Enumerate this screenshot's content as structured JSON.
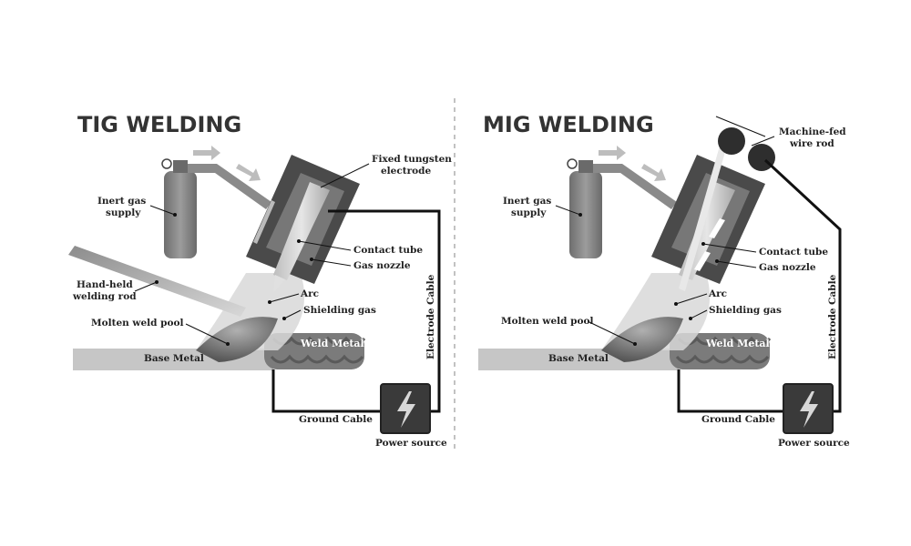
{
  "tig": {
    "title": "TIG WELDING",
    "labels": {
      "electrode_1": "Fixed tungsten",
      "electrode_2": "electrode",
      "inert_1": "Inert gas",
      "inert_2": "supply",
      "contact_tube": "Contact tube",
      "gas_nozzle": "Gas nozzle",
      "rod_1": "Hand-held",
      "rod_2": "welding rod",
      "arc": "Arc",
      "shielding_gas": "Shielding gas",
      "molten_pool": "Molten weld pool",
      "weld_metal": "Weld Metal",
      "base_metal": "Base Metal",
      "electrode_cable": "Electrode Cable",
      "ground_cable": "Ground Cable",
      "power_source": "Power source"
    }
  },
  "mig": {
    "title": "MIG WELDING",
    "labels": {
      "wire_1": "Machine-fed",
      "wire_2": "wire rod",
      "inert_1": "Inert gas",
      "inert_2": "supply",
      "contact_tube": "Contact tube",
      "gas_nozzle": "Gas nozzle",
      "arc": "Arc",
      "shielding_gas": "Shielding gas",
      "molten_pool": "Molten weld pool",
      "weld_metal": "Weld Metal",
      "base_metal": "Base Metal",
      "electrode_cable": "Electrode Cable",
      "ground_cable": "Ground Cable",
      "power_source": "Power source"
    }
  },
  "colors": {
    "cylinder": "#8a8a8a",
    "nozzle": "#4a4a4a",
    "base_metal": "#c4c4c4",
    "weld_metal": "#7a7a7a",
    "shielding": "#d6d6d6",
    "power_box": "#3a3a3a",
    "cable": "#111111"
  }
}
